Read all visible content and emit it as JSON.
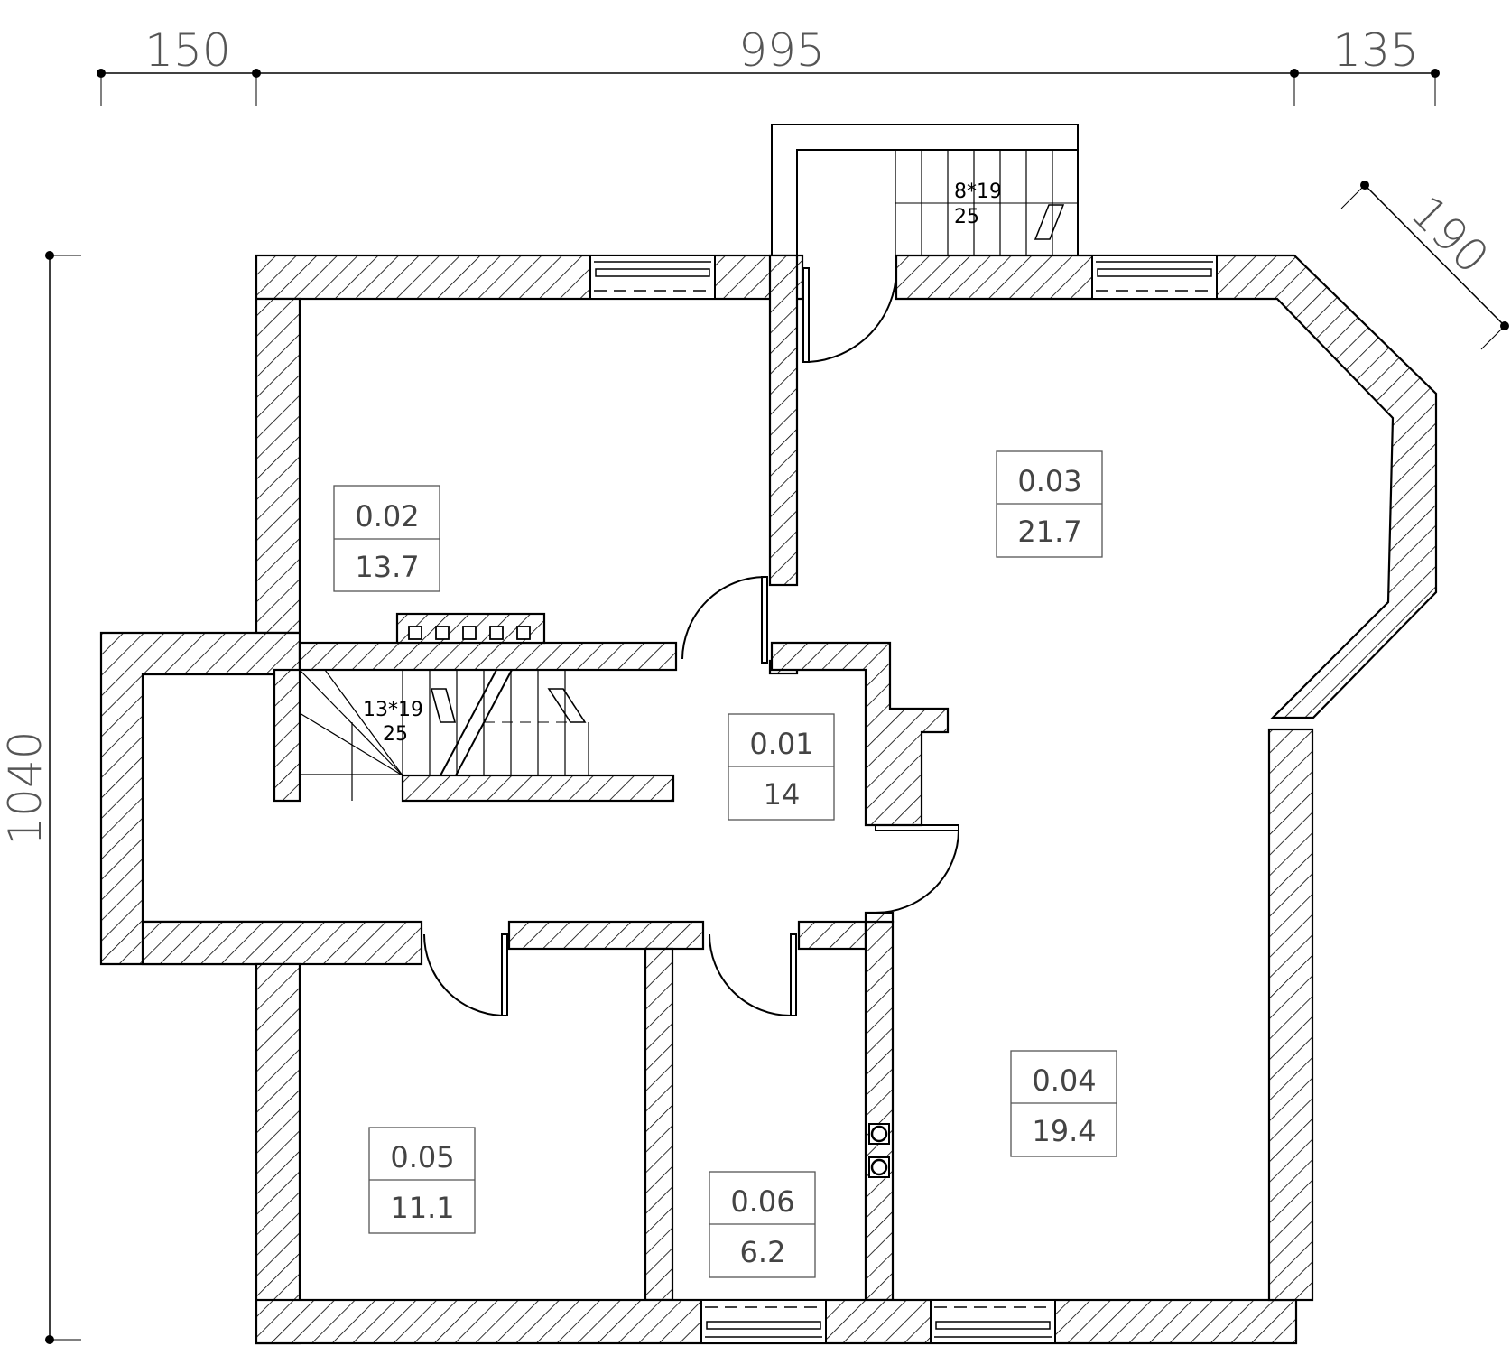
{
  "dimensions": {
    "top_left": "150",
    "top_mid": "995",
    "top_right": "135",
    "left": "1040",
    "diagonal": "190"
  },
  "rooms": [
    {
      "id": "0.01",
      "area": "14"
    },
    {
      "id": "0.02",
      "area": "13.7"
    },
    {
      "id": "0.03",
      "area": "21.7"
    },
    {
      "id": "0.04",
      "area": "19.4"
    },
    {
      "id": "0.05",
      "area": "11.1"
    },
    {
      "id": "0.06",
      "area": "6.2"
    }
  ],
  "stairs": {
    "outer": {
      "count": "8*19",
      "tread": "25"
    },
    "inner": {
      "count": "13*19",
      "tread": "25"
    }
  }
}
